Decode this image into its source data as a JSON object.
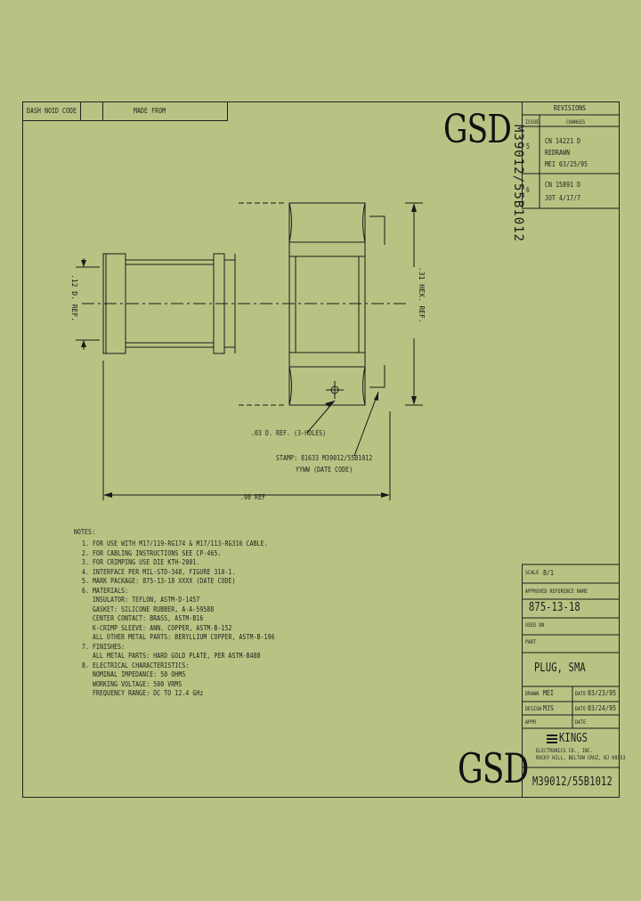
{
  "header": {
    "dash_no": "DASH NO.",
    "id_code": "ID CODE",
    "made_from": "MADE FROM"
  },
  "revisions": {
    "title": "REVISIONS",
    "col_issue": "ISSUE",
    "col_changes": "CHANGES",
    "entries": [
      {
        "issue": "5",
        "line1": "CN 14221 D",
        "line2": "REDRAWN",
        "line3": "MEI 03/25/95"
      },
      {
        "issue": "6",
        "line1": "CN 15891 D",
        "line2": "JOT 4/17/7"
      }
    ]
  },
  "brand": {
    "gsd_top": "GSD",
    "gsd_bottom": "GSD"
  },
  "vertical_part": "M39012/55B1012",
  "dims": {
    "dia_left": ".12 D. REF.",
    "dia_hex": ".31 HEX. REF.",
    "holes": ".03 D. REF. (3-HOLES)",
    "stamp_line1": "STAMP: 81633 M39012/55B1012",
    "stamp_line2": "YYWW (DATE CODE)",
    "length": ".98 REF"
  },
  "notes": {
    "title": "NOTES:",
    "lines": [
      "1. FOR USE WITH M17/119-RG174 & M17/113-RG316 CABLE.",
      "2. FOR CABLING INSTRUCTIONS SEE CP-465.",
      "3. FOR CRIMPING USE DIE KTH-2001.",
      "4. INTERFACE PER MIL-STD-348, FIGURE 310-1.",
      "5. MARK PACKAGE: 875-13-18  XXXX (DATE CODE)",
      "6. MATERIALS:",
      "   INSULATOR: TEFLON, ASTM-D-1457",
      "   GASKET: SILICONE RUBBER, A-A-59588",
      "   CENTER CONTACT: BRASS, ASTM-B16",
      "   K-CRIMP SLEEVE: ANN. COPPER, ASTM-B-152",
      "   ALL OTHER METAL PARTS: BERYLLIUM COPPER, ASTM-B-196",
      "7. FINISHES:",
      "   ALL METAL PARTS: HARD GOLD PLATE, PER ASTM-B488",
      "8. ELECTRICAL CHARACTERISTICS:",
      "   NOMINAL IMPEDANCE: 50 OHMS",
      "   WORKING VOLTAGE: 500 VRMS",
      "   FREQUENCY RANGE: DC TO 12.4 GHz"
    ]
  },
  "title_block": {
    "scale_label": "SCALE",
    "scale_value": "8/1",
    "approved_label": "APPROVED REFERENCE NAME",
    "part_number": "875-13-18",
    "used_on_label": "USED ON",
    "part_label": "PART",
    "part_name": "PLUG, SMA",
    "drawn_label": "DRAWN",
    "drawn_by": "MEI",
    "drawn_date_label": "DATE",
    "drawn_date": "03/23/95",
    "design_label": "DESIGN",
    "design_by": "MJS",
    "design_date_label": "DATE",
    "design_date": "03/24/95",
    "appr_label": "APPR",
    "appr_date_label": "DATE",
    "company": "KINGS",
    "company_sub1": "ELECTRONICS CO., INC.",
    "company_sub2": "ROCKY HILL, BELTON CRUZ, NJ 08553",
    "bottom_part": "M39012/55B1012"
  },
  "colors": {
    "paper": "#b9c283",
    "ink": "#1a1a1a"
  }
}
